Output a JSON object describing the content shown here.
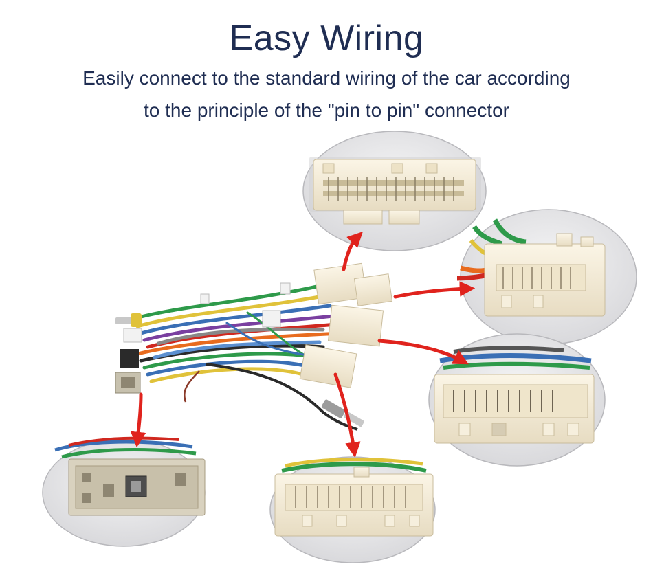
{
  "header": {
    "title": "Easy Wiring",
    "subtitle_line1": "Easily connect to the standard wiring of the car according",
    "subtitle_line2": "to the principle of the \"pin to pin\" connector"
  },
  "colors": {
    "text": "#1f2d52",
    "arrow": "#e0231d",
    "connector_body": "#f3ead6",
    "bubble_background": "#e9e9ea"
  },
  "illustration": {
    "subject": "car stereo wiring harness with five zoomed connector views",
    "zoom_views": [
      "connector-top",
      "connector-right-upper",
      "connector-right-lower",
      "connector-bottom-center",
      "connector-bottom-left"
    ]
  }
}
